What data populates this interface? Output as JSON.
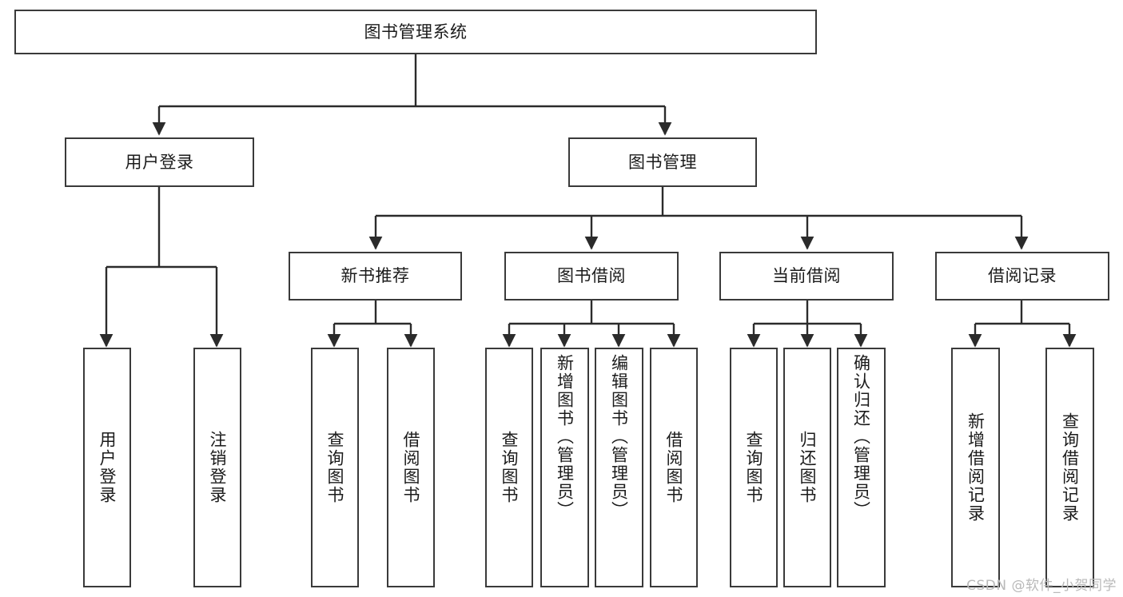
{
  "diagram": {
    "title": "图书管理系统",
    "type": "functional-structure-tree",
    "colors": {
      "box_border": "#3a3a3a",
      "box_fill": "#ffffff",
      "connector": "#2b2b2b",
      "text": "#1b1b1b",
      "watermark": "#b9b9b9"
    },
    "watermark": "CSDN @软件_小贺同学",
    "root": {
      "label": "图书管理系统",
      "level": 0
    },
    "level1": [
      {
        "label": "用户登录",
        "level": 1
      },
      {
        "label": "图书管理",
        "level": 1
      }
    ],
    "level2": [
      {
        "label": "新书推荐",
        "level": 2,
        "parent": "图书管理"
      },
      {
        "label": "图书借阅",
        "level": 2,
        "parent": "图书管理"
      },
      {
        "label": "当前借阅",
        "level": 2,
        "parent": "图书管理"
      },
      {
        "label": "借阅记录",
        "level": 2,
        "parent": "图书管理"
      }
    ],
    "leaves": {
      "user_login": [
        {
          "label": "用户登录",
          "parent": "用户登录"
        },
        {
          "label": "注销登录",
          "parent": "用户登录"
        }
      ],
      "new_book": [
        {
          "label": "查询图书",
          "parent": "新书推荐"
        },
        {
          "label": "借阅图书",
          "parent": "新书推荐"
        }
      ],
      "book_borrow": [
        {
          "label": "查询图书",
          "parent": "图书借阅"
        },
        {
          "label": "新增图书（管理员）",
          "parent": "图书借阅"
        },
        {
          "label": "编辑图书（管理员）",
          "parent": "图书借阅"
        },
        {
          "label": "借阅图书",
          "parent": "图书借阅"
        }
      ],
      "current_borrow": [
        {
          "label": "查询图书",
          "parent": "当前借阅"
        },
        {
          "label": "归还图书",
          "parent": "当前借阅"
        },
        {
          "label": "确认归还（管理员）",
          "parent": "当前借阅"
        }
      ],
      "borrow_record": [
        {
          "label": "新增借阅记录",
          "parent": "借阅记录"
        },
        {
          "label": "查询借阅记录",
          "parent": "借阅记录"
        }
      ]
    }
  }
}
